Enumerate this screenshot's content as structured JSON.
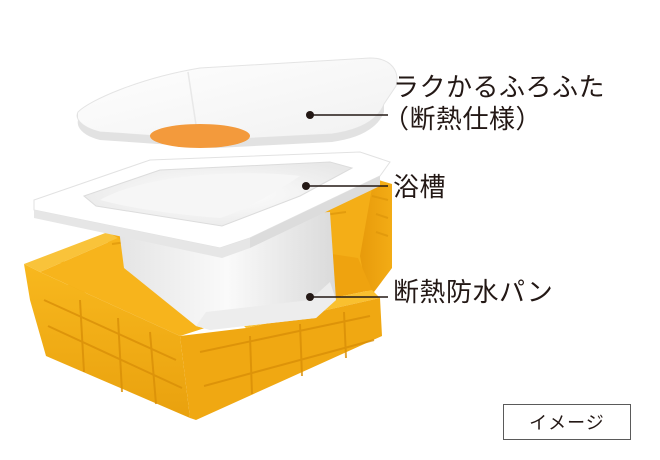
{
  "labels": {
    "lid_line1": "ラクかるふろふた",
    "lid_line2": "（断熱仕様）",
    "tub": "浴槽",
    "pan": "断熱防水パン"
  },
  "image_tag": "イメージ",
  "colors": {
    "pan_orange": "#F7B216",
    "pan_dark": "#D98F08",
    "lid_insulation": "#F39A3C",
    "tub_white": "#FFFFFF",
    "text": "#231815"
  }
}
